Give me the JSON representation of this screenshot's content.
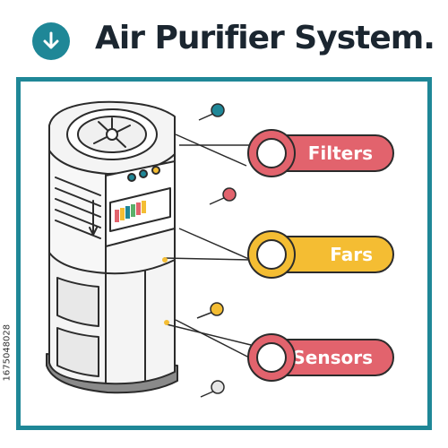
{
  "header": {
    "title": "Air Purifier System.",
    "icon": "arrow-down-icon"
  },
  "labels": [
    {
      "text": "Filters",
      "color": "#e2636d",
      "icon": "ring-icon"
    },
    {
      "text": "Fars",
      "color": "#f4bd33",
      "icon": "ring-icon"
    },
    {
      "text": "Sensors",
      "color": "#e2636d",
      "icon": "ring-icon"
    }
  ],
  "side_code": "1675048028",
  "colors": {
    "accent": "#1f8797",
    "pin_teal": "#1f8797",
    "pin_red": "#e2636d",
    "pin_yellow": "#f4bd33",
    "pin_gray": "#bbbbbb"
  }
}
